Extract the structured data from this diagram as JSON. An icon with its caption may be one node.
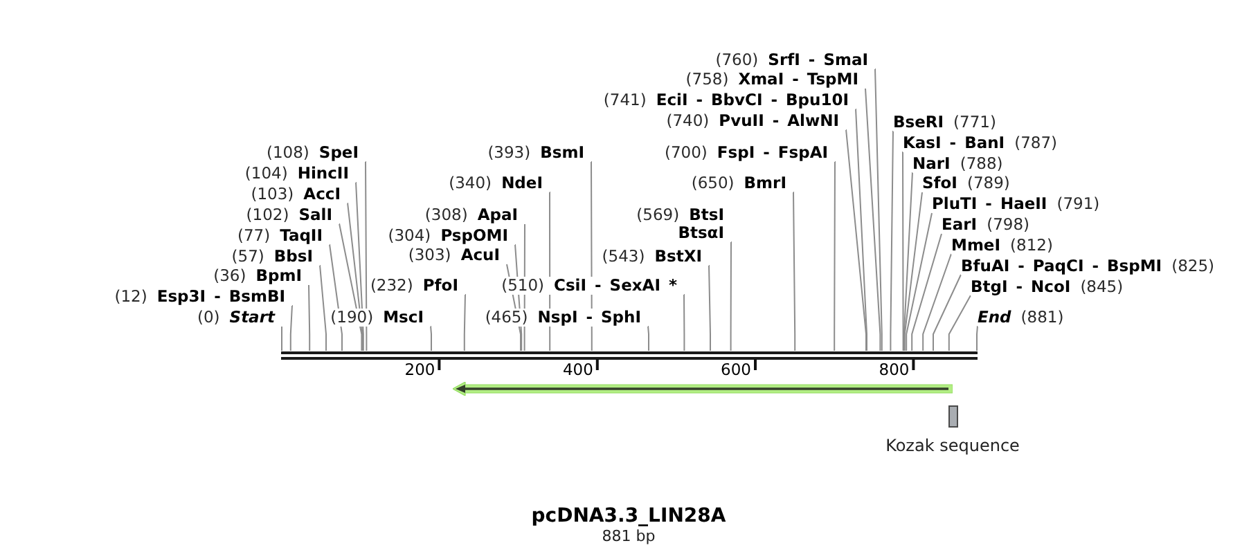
{
  "diagram": {
    "title": "pcDNA3.3_LIN28A",
    "caption": "881 bp",
    "nodes": [
      {
        "text": [
          "(760)",
          "SrfI - SmaI"
        ]
      },
      {
        "text": [
          "(758)",
          "XmaI - TspMI"
        ]
      },
      {
        "text": [
          "(741)",
          "EciI - BbvCI - Bpu10I"
        ]
      },
      {
        "text": [
          "(740)",
          "PvuII - AlwNI"
        ]
      },
      {
        "text": [
          "BseRI",
          "(771)"
        ]
      },
      {
        "text": [
          "KasI - BanI",
          "(787)"
        ]
      },
      {
        "text": [
          "(108)",
          "SpeI"
        ]
      },
      {
        "text": [
          "(393)",
          "BsmI"
        ]
      },
      {
        "text": [
          "(700)",
          "FspI - FspAI"
        ]
      },
      {
        "text": [
          "NarI",
          "(788)"
        ]
      },
      {
        "text": [
          "(104)",
          "HincII"
        ]
      },
      {
        "text": [
          "(340)",
          "NdeI"
        ]
      },
      {
        "text": [
          "(650)",
          "BmrI"
        ]
      },
      {
        "text": [
          "SfoI",
          "(789)"
        ]
      },
      {
        "text": [
          "(103)",
          "AccI"
        ]
      },
      {
        "text": [
          "PluTI - HaeII",
          "(791)"
        ]
      },
      {
        "text": [
          "(102)",
          "SalI"
        ]
      },
      {
        "text": [
          "(308)",
          "ApaI"
        ]
      },
      {
        "text": [
          "(569)",
          "BtsI",
          "BtsαI"
        ]
      },
      {
        "text": [
          "EarI",
          "(798)"
        ]
      },
      {
        "text": [
          "(77)",
          "TaqII"
        ]
      },
      {
        "text": [
          "(304)",
          "PspOMI"
        ]
      },
      {
        "text": [
          "MmeI",
          "(812)"
        ]
      },
      {
        "text": [
          "(57)",
          "BbsI"
        ]
      },
      {
        "text": [
          "(303)",
          "AcuI"
        ]
      },
      {
        "text": [
          "(543)",
          "BstXI"
        ]
      },
      {
        "text": [
          "BfuAI - PaqCI - BspMI",
          "(825)"
        ]
      },
      {
        "text": [
          "(36)",
          "BpmI"
        ]
      },
      {
        "text": [
          "(232)",
          "PfoI"
        ]
      },
      {
        "text": [
          "(510)",
          "CsiI - SexAI *"
        ]
      },
      {
        "text": [
          "BtgI - NcoI",
          "(845)"
        ]
      },
      {
        "text": [
          "(12)",
          "Esp3I - BsmBI"
        ]
      },
      {
        "text": [
          "(0)",
          "Start"
        ]
      },
      {
        "text": [
          "(190)",
          "MscI"
        ]
      },
      {
        "text": [
          "(465)",
          "NspI - SphI"
        ]
      },
      {
        "text": [
          "End",
          "(881)"
        ]
      },
      {
        "text": [],
        "shape": "bar"
      },
      {
        "text": [],
        "shape": "arrow"
      },
      {
        "text": [],
        "shape": "box",
        "beside": [
          "Kozak sequence"
        ]
      }
    ],
    "edges": [
      {
        "from": 0,
        "to": 36,
        "arrow": "none"
      },
      {
        "from": 1,
        "to": 36,
        "arrow": "none"
      },
      {
        "from": 2,
        "to": 36,
        "arrow": "none"
      },
      {
        "from": 3,
        "to": 36,
        "arrow": "none"
      },
      {
        "from": 4,
        "to": 36,
        "arrow": "none"
      },
      {
        "from": 5,
        "to": 36,
        "arrow": "none"
      },
      {
        "from": 6,
        "to": 36,
        "arrow": "none"
      },
      {
        "from": 7,
        "to": 36,
        "arrow": "none"
      },
      {
        "from": 8,
        "to": 36,
        "arrow": "none"
      },
      {
        "from": 9,
        "to": 36,
        "arrow": "none"
      },
      {
        "from": 10,
        "to": 36,
        "arrow": "none"
      },
      {
        "from": 11,
        "to": 36,
        "arrow": "none"
      },
      {
        "from": 12,
        "to": 36,
        "arrow": "none"
      },
      {
        "from": 13,
        "to": 36,
        "arrow": "none"
      },
      {
        "from": 14,
        "to": 36,
        "arrow": "none"
      },
      {
        "from": 15,
        "to": 36,
        "arrow": "none"
      },
      {
        "from": 16,
        "to": 36,
        "arrow": "none"
      },
      {
        "from": 17,
        "to": 36,
        "arrow": "none"
      },
      {
        "from": 18,
        "to": 36,
        "arrow": "none"
      },
      {
        "from": 19,
        "to": 36,
        "arrow": "none"
      },
      {
        "from": 20,
        "to": 36,
        "arrow": "none"
      },
      {
        "from": 21,
        "to": 36,
        "arrow": "none"
      },
      {
        "from": 22,
        "to": 36,
        "arrow": "none"
      },
      {
        "from": 23,
        "to": 36,
        "arrow": "none"
      },
      {
        "from": 24,
        "to": 36,
        "arrow": "none"
      },
      {
        "from": 25,
        "to": 36,
        "arrow": "none"
      },
      {
        "from": 26,
        "to": 36,
        "arrow": "none"
      },
      {
        "from": 27,
        "to": 36,
        "arrow": "none"
      },
      {
        "from": 28,
        "to": 36,
        "arrow": "none"
      },
      {
        "from": 29,
        "to": 36,
        "arrow": "none"
      },
      {
        "from": 30,
        "to": 36,
        "arrow": "none"
      },
      {
        "from": 31,
        "to": 36,
        "arrow": "none"
      },
      {
        "from": 32,
        "to": 36,
        "arrow": "none"
      },
      {
        "from": 33,
        "to": 36,
        "arrow": "none"
      },
      {
        "from": 34,
        "to": 36,
        "arrow": "none"
      },
      {
        "from": 35,
        "to": 36,
        "arrow": "none"
      }
    ],
    "labels": [
      "200",
      "400",
      "600",
      "800"
    ]
  }
}
